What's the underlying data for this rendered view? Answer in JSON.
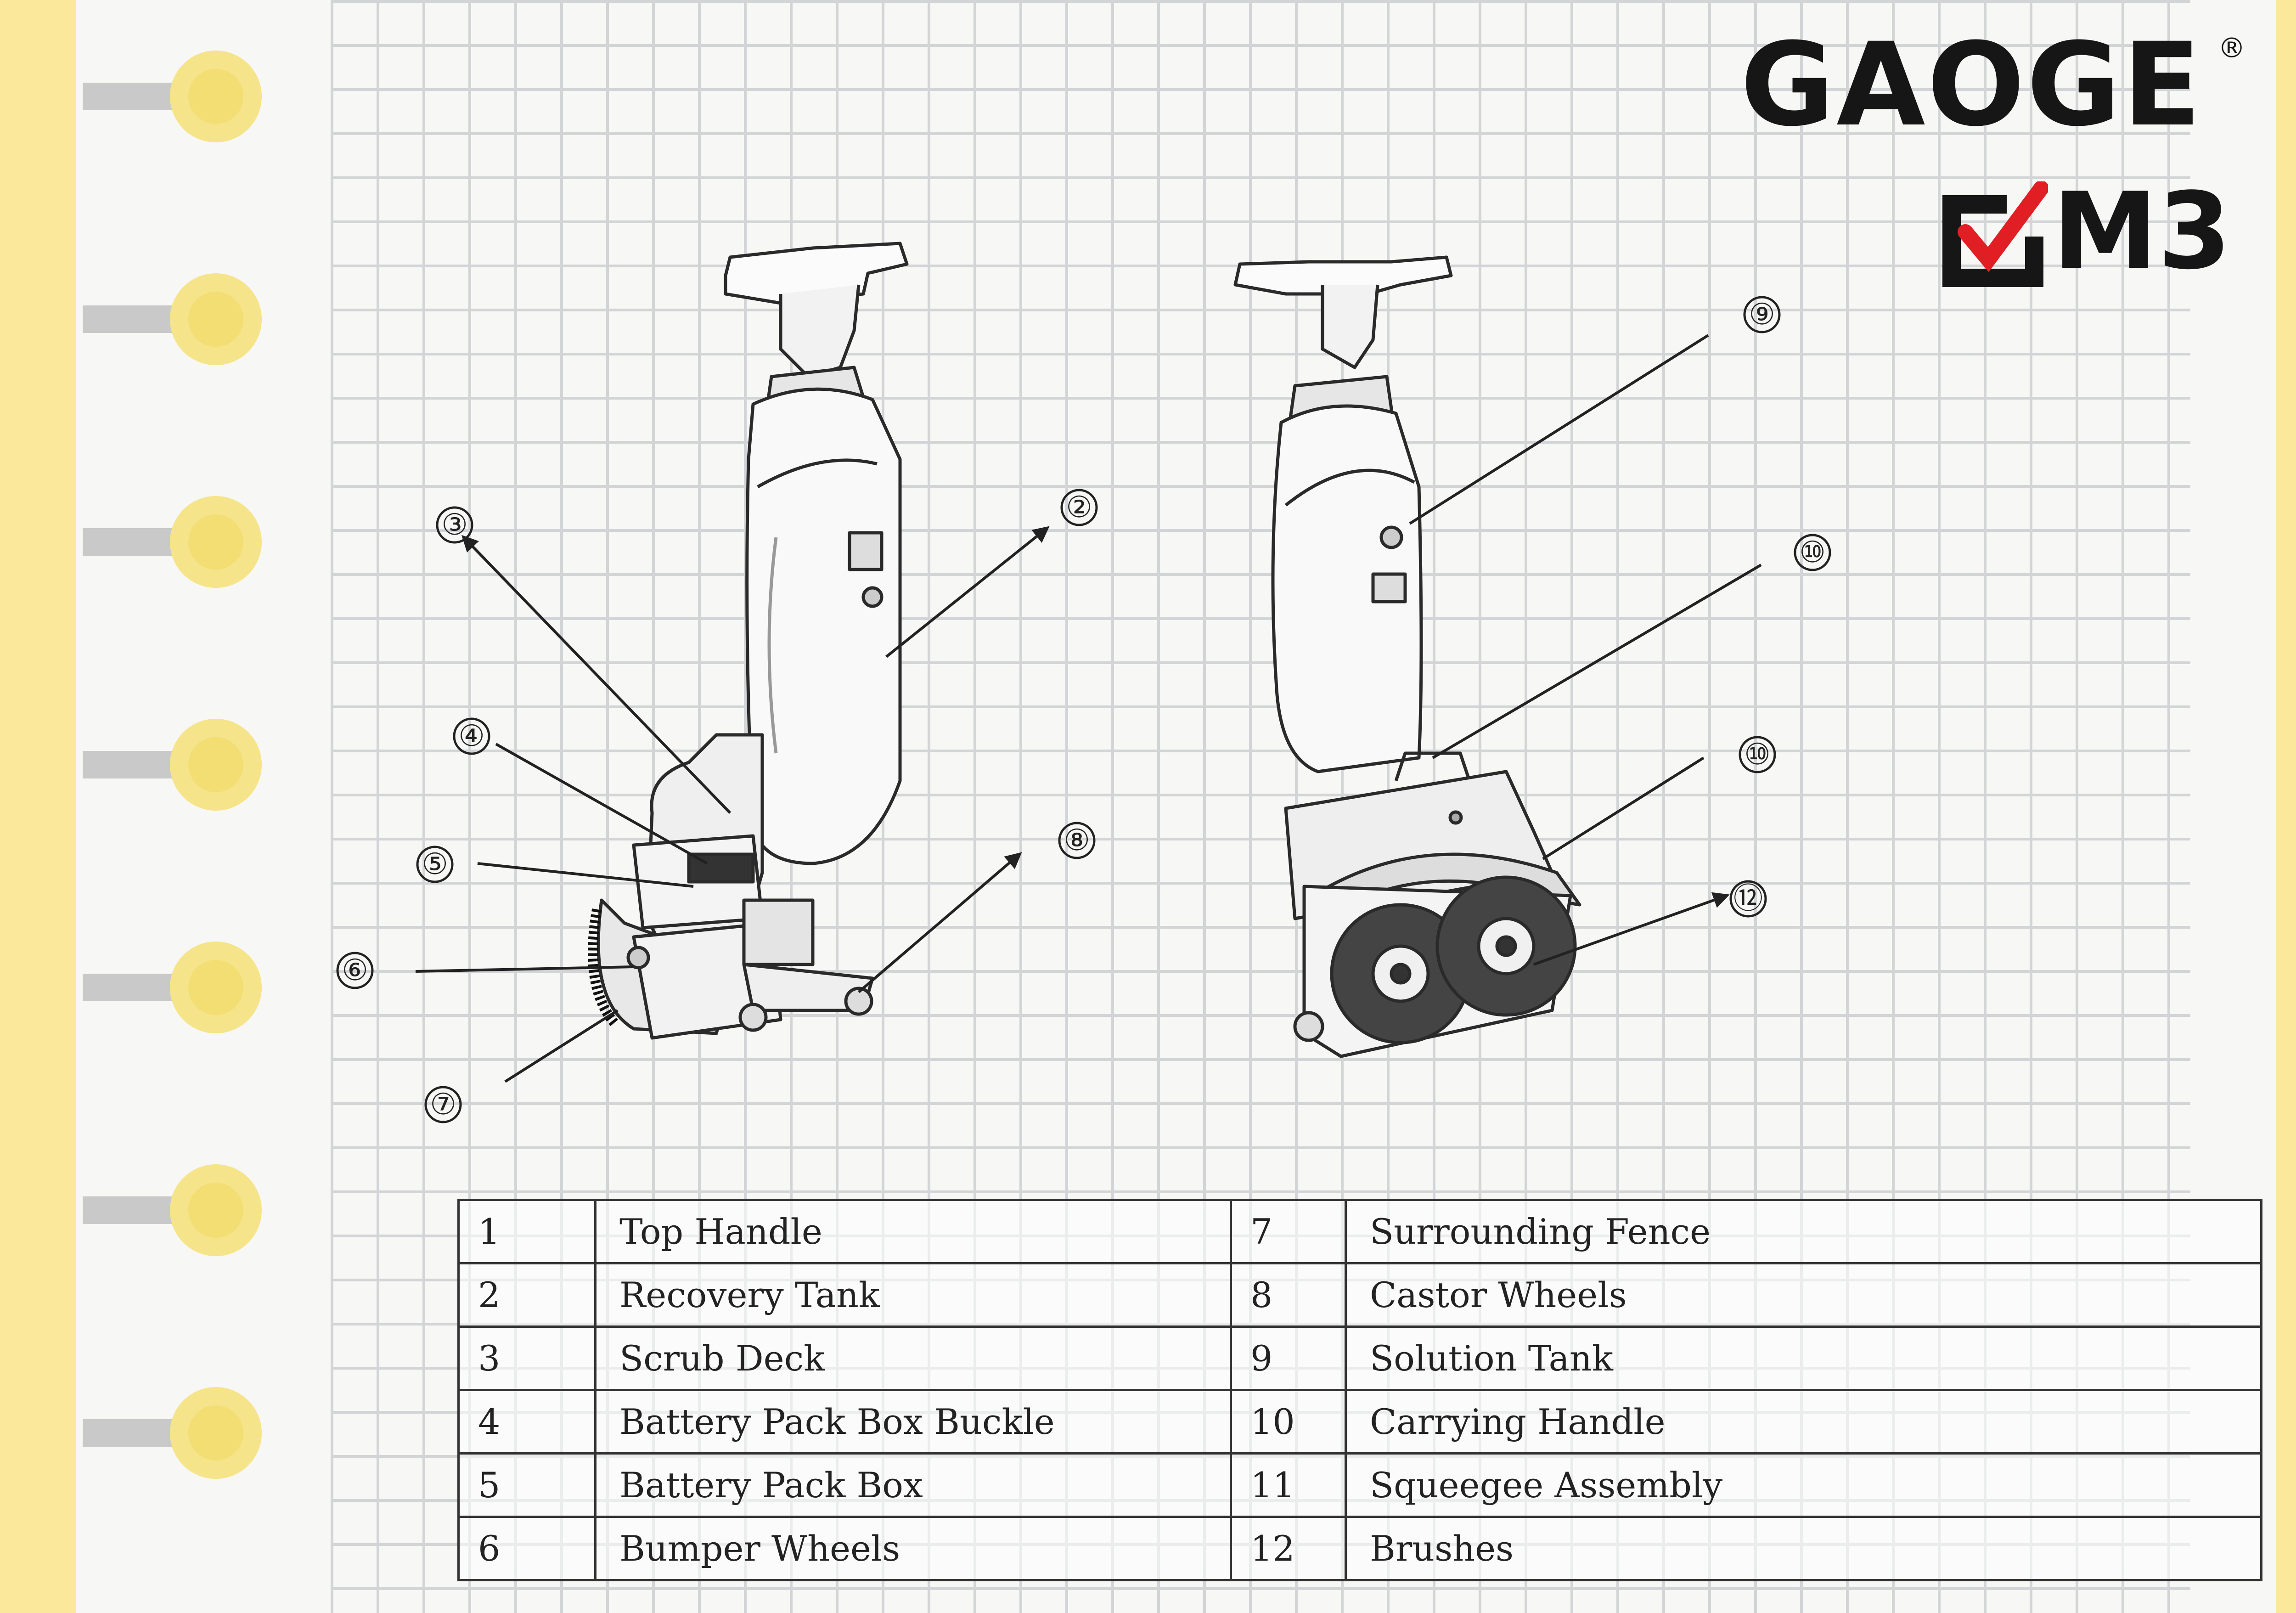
{
  "brand": {
    "name": "GAOGE",
    "registered_mark": "®",
    "model": "M3",
    "check_color": "#e01e24"
  },
  "callouts": [
    "②",
    "③",
    "④",
    "⑤",
    "⑥",
    "⑦",
    "⑧",
    "⑨",
    "⑩",
    "⑩",
    "⑫"
  ],
  "parts_table": {
    "rows": [
      {
        "left_num": "1",
        "left_name": "Top Handle",
        "right_num": "7",
        "right_name": "Surrounding Fence"
      },
      {
        "left_num": "2",
        "left_name": "Recovery Tank",
        "right_num": "8",
        "right_name": "Castor Wheels"
      },
      {
        "left_num": "3",
        "left_name": "Scrub Deck",
        "right_num": "9",
        "right_name": "Solution Tank"
      },
      {
        "left_num": "4",
        "left_name": "Battery Pack Box Buckle",
        "right_num": "10",
        "right_name": "Carrying Handle"
      },
      {
        "left_num": "5",
        "left_name": "Battery Pack Box",
        "right_num": "11",
        "right_name": "Squeegee Assembly"
      },
      {
        "left_num": "6",
        "left_name": "Bumper Wheels",
        "right_num": "12",
        "right_name": "Brushes"
      }
    ]
  },
  "colors": {
    "background": "#fbe89a",
    "paper": "#f7f7f5",
    "grid": "#cfd1d3",
    "ink": "#222222"
  }
}
